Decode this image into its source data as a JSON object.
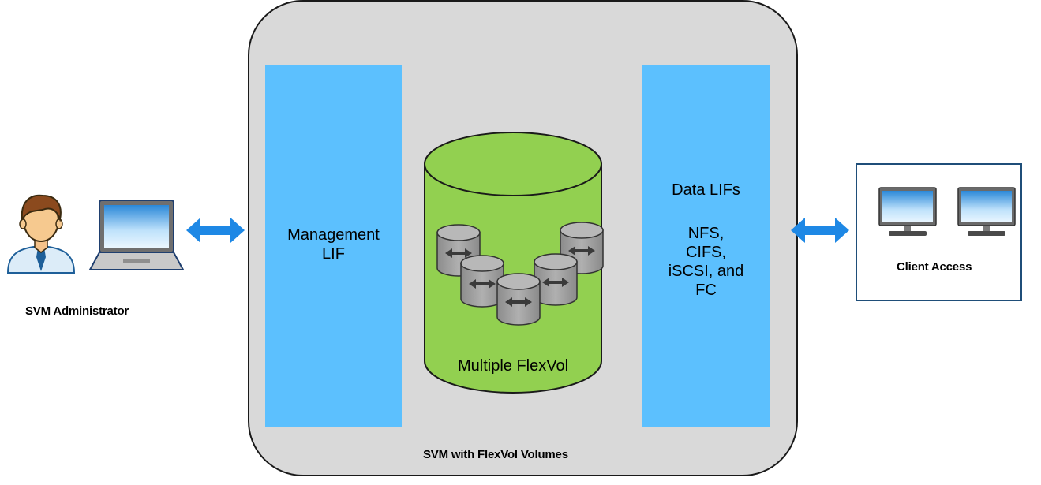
{
  "management_lif": {
    "line1": "Management",
    "line2": "LIF"
  },
  "data_lifs": {
    "title": "Data LIFs",
    "protocols": [
      "NFS,",
      "CIFS,",
      "iSCSI, and",
      "FC"
    ]
  },
  "flexvol_label": "Multiple FlexVol",
  "svm_label": "SVM with FlexVol Volumes",
  "admin_label": "SVM Administrator",
  "client_label": "Client Access",
  "colors": {
    "svm_fill": "#d9d9d9",
    "lif_blue": "#5cc0fe",
    "cylinder_green": "#92d050",
    "arrow_blue": "#1e88e5",
    "client_border": "#1f4e79"
  },
  "icons": [
    "admin-person-icon",
    "laptop-icon",
    "desktop-monitor-icon",
    "flexvol-cylinder-icon",
    "double-arrow-icon"
  ]
}
